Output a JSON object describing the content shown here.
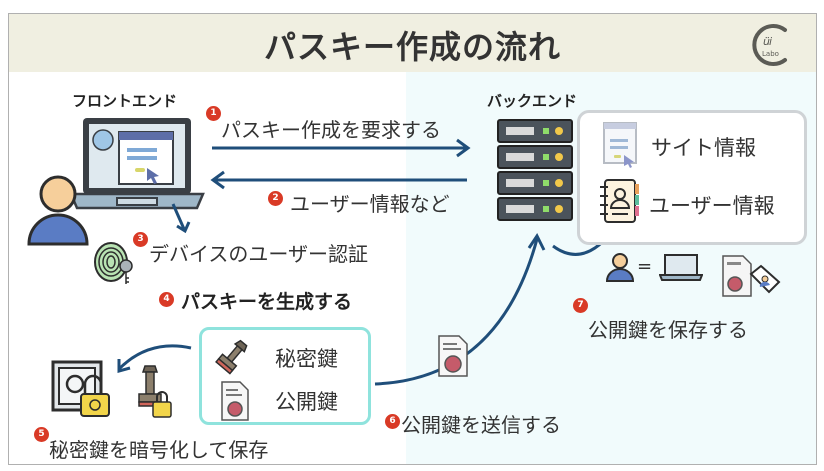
{
  "title": "パスキー作成の流れ",
  "logo": {
    "icon": "chii-labo-logo-icon",
    "text": "Labo"
  },
  "frontend": {
    "label": "フロントエンド"
  },
  "backend": {
    "label": "バックエンド"
  },
  "steps": [
    {
      "number": "1",
      "label": "パスキー作成を要求する"
    },
    {
      "number": "2",
      "label": "ユーザー情報など"
    },
    {
      "number": "3",
      "label": "デバイスのユーザー認証"
    },
    {
      "number": "4",
      "label": "パスキーを生成する"
    },
    {
      "number": "5",
      "label": "秘密鍵を暗号化して保存"
    },
    {
      "number": "6",
      "label": "公開鍵を送信する"
    },
    {
      "number": "7",
      "label": "公開鍵を保存する"
    }
  ],
  "backend_store": {
    "items": [
      {
        "icon": "web-page-icon",
        "label": "サイト情報"
      },
      {
        "icon": "address-book-icon",
        "label": "ユーザー情報"
      }
    ]
  },
  "keys": {
    "private_key": {
      "icon": "seal-stamp-icon",
      "label": "秘密鍵"
    },
    "public_key": {
      "icon": "certificate-icon",
      "label": "公開鍵"
    }
  },
  "equation": {
    "symbol": "="
  },
  "colors": {
    "header_bg": "#f0efe1",
    "right_panel_bg": "#f1fbfc",
    "arrow": "#1f4e7a",
    "badge": "#d93a26",
    "key_box_border": "#8fe3dd",
    "info_box_border": "#cfd3d6"
  }
}
